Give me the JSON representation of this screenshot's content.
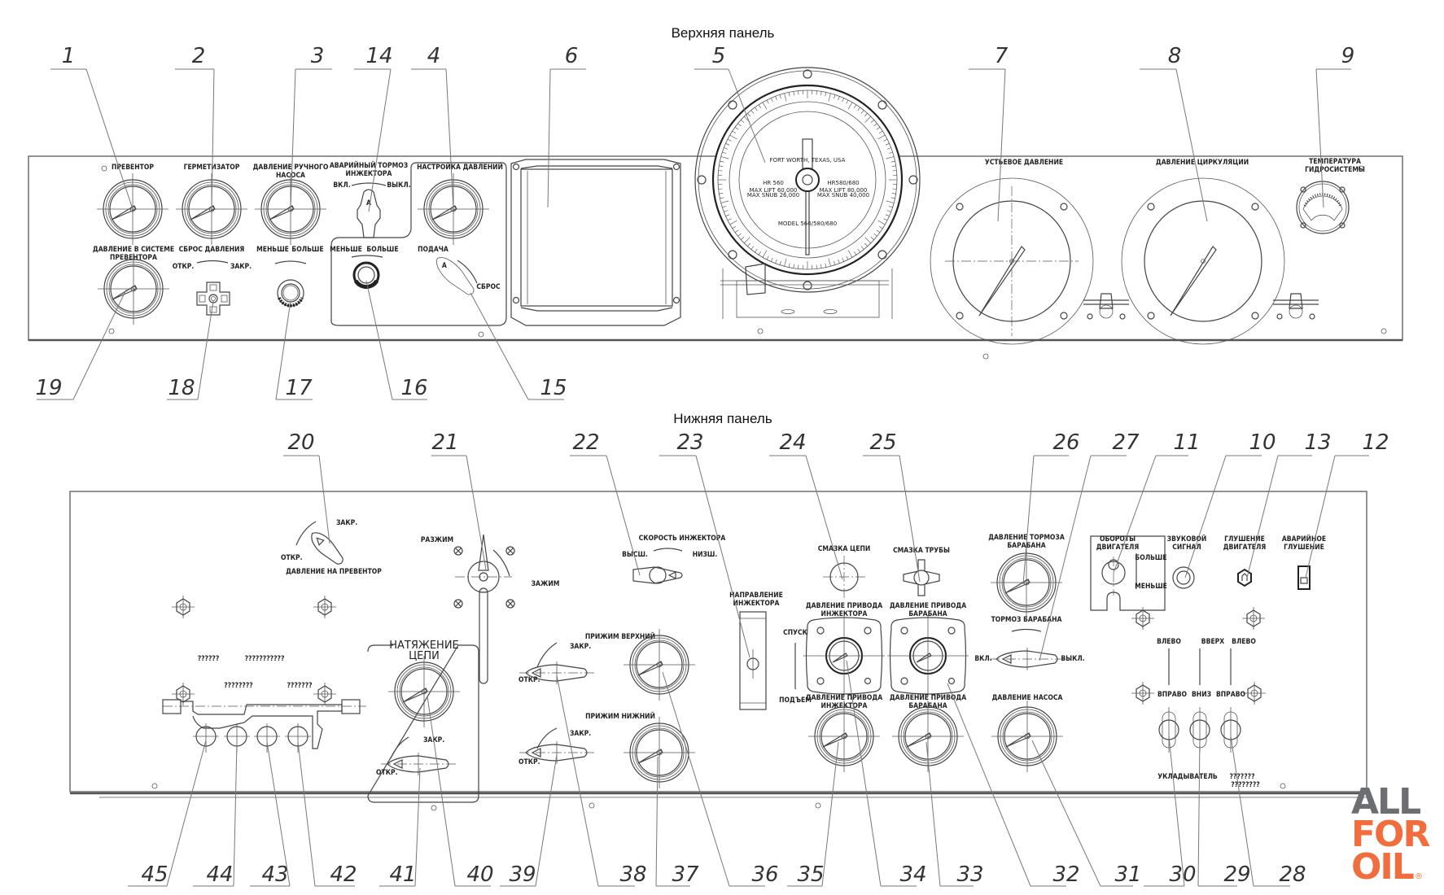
{
  "titles": {
    "upper_panel": "Верхняя панель",
    "lower_panel": "Нижняя панель"
  },
  "logo": {
    "line1": "ALL",
    "line2": "FOR",
    "line3": "OIL",
    "registered": "®",
    "gray": "#6d6e71",
    "orange": "#f26d3d"
  },
  "upper": {
    "preventor": "ПРЕВЕНТОР",
    "germetizator": "ГЕРМЕТИЗАТОР",
    "hand_pump_1": "ДАВЛЕНИЕ РУЧНОГО",
    "hand_pump_2": "НАСОСА",
    "brake_1": "АВАРИЙНЫЙ ТОРМОЗ",
    "brake_2": "ИНЖЕКТОРА",
    "brake_on": "ВКЛ.",
    "brake_off": "ВЫКЛ.",
    "pressure_setting": "НАСТРОЙКА ДАВЛЕНИЙ",
    "prev_sys_1": "ДАВЛЕНИЕ В СИСТЕМЕ",
    "prev_sys_2": "ПРЕВЕНТОРА",
    "release": "СБРОС ДАВЛЕНИЯ",
    "open": "ОТКР.",
    "close": "ЗАКР.",
    "less": "МЕНЬШЕ",
    "more": "БОЛЬШЕ",
    "less2": "МЕНЬШЕ",
    "more2": "БОЛЬШЕ",
    "feed": "ПОДАЧА",
    "reset": "СБРОС",
    "wellhead": "УСТЬЕВОЕ ДАВЛЕНИЕ",
    "circulation": "ДАВЛЕНИЕ ЦИРКУЛЯЦИИ",
    "temp_1": "ТЕМПЕРАТУРА",
    "temp_2": "ГИДРОСИСТЕМЫ",
    "weight_left_model": "HR 560",
    "weight_left_lift": "MAX LIFT 60,000",
    "weight_left_snub": "MAX SNUB 26,000",
    "weight_right_model": "HR580/680",
    "weight_right_lift": "MAX LIFT 80,000",
    "weight_right_snub": "MAX SNUB 40,000",
    "weight_model": "MODEL 560/580/680",
    "weight_maker": "FORT WORTH, TEXAS, USA"
  },
  "lower": {
    "preventor_pressure": "ДАВЛЕНИЕ НА ПРЕВЕНТОР",
    "close": "ЗАКР.",
    "open": "ОТКР.",
    "unclamp": "РАЗЖИМ",
    "clamp": "ЗАЖИМ",
    "injector_speed": "СКОРОСТЬ ИНЖЕКТОРА",
    "high": "ВЫСШ.",
    "low": "НИЗШ.",
    "chain_lube": "СМАЗКА ЦЕПИ",
    "pipe_lube": "СМАЗКА ТРУБЫ",
    "drum_brake_press_1": "ДАВЛЕНИЕ ТОРМОЗА",
    "drum_brake_press_2": "БАРАБАНА",
    "engine_rpm_1": "ОБОРОТЫ",
    "engine_rpm_2": "ДВИГАТЕЛЯ",
    "more": "БОЛЬШЕ",
    "less": "МЕНЬШЕ",
    "horn_1": "ЗВУКОВОЙ",
    "horn_2": "СИГНАЛ",
    "engine_stop_1": "ГЛУШЕНИЕ",
    "engine_stop_2": "ДВИГАТЕЛЯ",
    "emergency_stop_1": "АВАРИЙНОЕ",
    "emergency_stop_2": "ГЛУШЕНИЕ",
    "inj_dir_1": "НАПРАВЛЕНИЕ",
    "inj_dir_2": "ИНЖЕКТОРА",
    "down": "СПУСК",
    "up": "ПОДЪЕМ",
    "inj_drive_1": "ДАВЛЕНИЕ ПРИВОДА",
    "inj_drive_2": "ИНЖЕКТОРА",
    "drum_drive_1": "ДАВЛЕНИЕ ПРИВОДА",
    "drum_drive_2": "БАРАБАНА",
    "drum_brake": "ТОРМОЗ БАРАБАНА",
    "on": "ВКЛ.",
    "off": "ВЫКЛ.",
    "pump_pressure": "ДАВЛЕНИЕ НАСОСА",
    "upper_clamp": "ПРИЖИМ ВЕРХНИЙ",
    "lower_clamp": "ПРИЖИМ НИЖНИЙ",
    "chain_tension_1": "НАТЯЖЕНИЕ",
    "chain_tension_2": "ЦЕПИ",
    "left": "ВЛЕВО",
    "upw": "ВВЕРХ",
    "left2": "ВЛЕВО",
    "right": "ВПРАВО",
    "dnw": "ВНИЗ",
    "right2": "ВПРАВО",
    "spooler": "УКЛАДЫВАТЕЛЬ",
    "unk_a": "??????",
    "unk_b": "???????????",
    "unk_c": "????????",
    "unk_d": "???????",
    "unk_e": "???????",
    "unk_f": "????????"
  },
  "callouts": {
    "c1": "1",
    "c2": "2",
    "c3": "3",
    "c4": "4",
    "c5": "5",
    "c6": "6",
    "c7": "7",
    "c8": "8",
    "c9": "9",
    "c10": "10",
    "c11": "11",
    "c12": "12",
    "c13": "13",
    "c14": "14",
    "c15": "15",
    "c16": "16",
    "c17": "17",
    "c18": "18",
    "c19": "19",
    "c20": "20",
    "c21": "21",
    "c22": "22",
    "c23": "23",
    "c24": "24",
    "c25": "25",
    "c26": "26",
    "c27": "27",
    "c28": "28",
    "c29": "29",
    "c30": "30",
    "c31": "31",
    "c32": "32",
    "c33": "33",
    "c34": "34",
    "c35": "35",
    "c36": "36",
    "c37": "37",
    "c38": "38",
    "c39": "39",
    "c40": "40",
    "c41": "41",
    "c42": "42",
    "c43": "43",
    "c44": "44",
    "c45": "45"
  }
}
